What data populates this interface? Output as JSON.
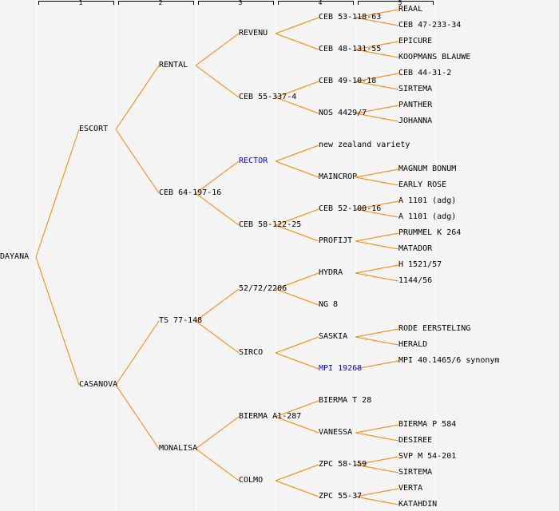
{
  "generations": [
    "1",
    "2",
    "3",
    "4",
    "5"
  ],
  "colors": {
    "line": "#ff8000",
    "highlight": "#0000ff",
    "text": "#000000"
  },
  "tree": {
    "name": "DAYANA",
    "children": [
      {
        "name": "ESCORT",
        "children": [
          {
            "name": "RENTAL",
            "children": [
              {
                "name": "REVENU",
                "children": [
                  {
                    "name": "CEB 53-118-63",
                    "children": [
                      {
                        "name": "REAAL"
                      },
                      {
                        "name": "CEB 47-233-34"
                      }
                    ]
                  },
                  {
                    "name": "CEB 48-131-55",
                    "children": [
                      {
                        "name": "EPICURE"
                      },
                      {
                        "name": "KOOPMANS BLAUWE"
                      }
                    ]
                  }
                ]
              },
              {
                "name": "CEB 55-337-4",
                "children": [
                  {
                    "name": "CEB 49-10-18",
                    "children": [
                      {
                        "name": "CEB 44-31-2"
                      },
                      {
                        "name": "SIRTEMA"
                      }
                    ]
                  },
                  {
                    "name": "NOS 4429/7",
                    "children": [
                      {
                        "name": "PANTHER"
                      },
                      {
                        "name": "JOHANNA"
                      }
                    ]
                  }
                ]
              }
            ]
          },
          {
            "name": "CEB 64-197-16",
            "children": [
              {
                "name": "RECTOR",
                "highlight": true,
                "children": [
                  {
                    "name": "new zealand variety"
                  },
                  {
                    "name": "MAINCROP",
                    "children": [
                      {
                        "name": "MAGNUM BONUM"
                      },
                      {
                        "name": "EARLY ROSE"
                      }
                    ]
                  }
                ]
              },
              {
                "name": "CEB 58-122-25",
                "children": [
                  {
                    "name": "CEB 52-100-16",
                    "children": [
                      {
                        "name": "A 1101 (adg)"
                      },
                      {
                        "name": "A 1101 (adg)"
                      }
                    ]
                  },
                  {
                    "name": "PROFIJT",
                    "children": [
                      {
                        "name": "PRUMMEL K 264"
                      },
                      {
                        "name": "MATADOR"
                      }
                    ]
                  }
                ]
              }
            ]
          }
        ]
      },
      {
        "name": "CASANOVA",
        "children": [
          {
            "name": "TS 77-148",
            "children": [
              {
                "name": "52/72/2206",
                "children": [
                  {
                    "name": "HYDRA",
                    "children": [
                      {
                        "name": "H 1521/57"
                      },
                      {
                        "name": "1144/56"
                      }
                    ]
                  },
                  {
                    "name": "NG 8"
                  }
                ]
              },
              {
                "name": "SIRCO",
                "children": [
                  {
                    "name": "SASKIA",
                    "children": [
                      {
                        "name": "RODE EERSTELING"
                      },
                      {
                        "name": "HERALD"
                      }
                    ]
                  },
                  {
                    "name": "MPI 19268",
                    "highlight": true,
                    "children": [
                      {
                        "name": "MPI 40.1465/6 synonym"
                      }
                    ]
                  }
                ]
              }
            ]
          },
          {
            "name": "MONALISA",
            "children": [
              {
                "name": "BIERMA A1-287",
                "children": [
                  {
                    "name": "BIERMA T 28"
                  },
                  {
                    "name": "VANESSA",
                    "children": [
                      {
                        "name": "BIERMA P 584"
                      },
                      {
                        "name": "DESIREE"
                      }
                    ]
                  }
                ]
              },
              {
                "name": "COLMO",
                "children": [
                  {
                    "name": "ZPC 58-159",
                    "children": [
                      {
                        "name": "SVP M 54-201"
                      },
                      {
                        "name": "SIRTEMA"
                      }
                    ]
                  },
                  {
                    "name": "ZPC 55-37",
                    "children": [
                      {
                        "name": "VERTA"
                      },
                      {
                        "name": "KATAHDIN"
                      }
                    ]
                  }
                ]
              }
            ]
          }
        ]
      }
    ]
  }
}
